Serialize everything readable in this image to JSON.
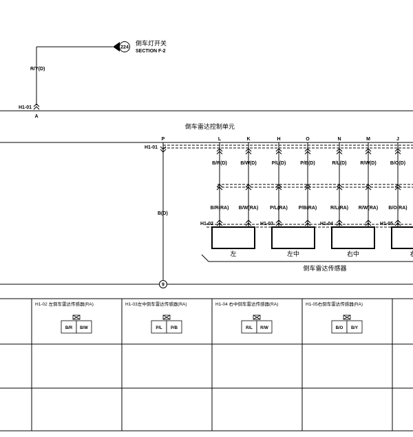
{
  "reference": {
    "page_number": "224",
    "title": "倒车灯开关",
    "section": "SECTION F-2"
  },
  "top_wire": {
    "color": "R/Y(D)",
    "connector": "H1-01",
    "terminal": "A"
  },
  "control_unit": {
    "title": "倒车雷达控制单元",
    "connector": "H1-01",
    "ground_wire": "B(D)",
    "ground_point": "9",
    "terminals": [
      {
        "pin": "P"
      },
      {
        "pin": "L",
        "wire_top": "B/R(D)",
        "wire_bottom": "B/R(RA)"
      },
      {
        "pin": "K",
        "wire_top": "B/W(D)",
        "wire_bottom": "B/W(RA)"
      },
      {
        "pin": "H",
        "wire_top": "P/L(D)",
        "wire_bottom": "P/L(RA)"
      },
      {
        "pin": "O",
        "wire_top": "P/B(D)",
        "wire_bottom": "P/B(RA)"
      },
      {
        "pin": "N",
        "wire_top": "R/L(D)",
        "wire_bottom": "R/L(RA)"
      },
      {
        "pin": "M",
        "wire_top": "R/W(D)",
        "wire_bottom": "R/W(RA)"
      },
      {
        "pin": "J",
        "wire_top": "B/O(D)",
        "wire_bottom": "B/O(RA)"
      }
    ]
  },
  "sensors": {
    "group_label": "倒车雷达传感器",
    "items": [
      {
        "connector": "H1-02",
        "label": "左"
      },
      {
        "connector": "H1-03",
        "label": "左中"
      },
      {
        "connector": "H1-04",
        "label": "右中"
      },
      {
        "connector": "H1-05",
        "label": "右"
      }
    ]
  },
  "connector_table": [
    {
      "title": "H1-02 左倒车雷达传感器(RA)",
      "pins": [
        "B/R",
        "B/W"
      ]
    },
    {
      "title": "H1-03左中倒车雷达传感器(RA)",
      "pins": [
        "P/L",
        "P/B"
      ]
    },
    {
      "title": "H1-04 右中倒车雷达传感器(RA)",
      "pins": [
        "R/L",
        "R/W"
      ]
    },
    {
      "title": "H1-05右倒车雷达传感器(RA)",
      "pins": [
        "B/O",
        "B/Y"
      ]
    }
  ]
}
